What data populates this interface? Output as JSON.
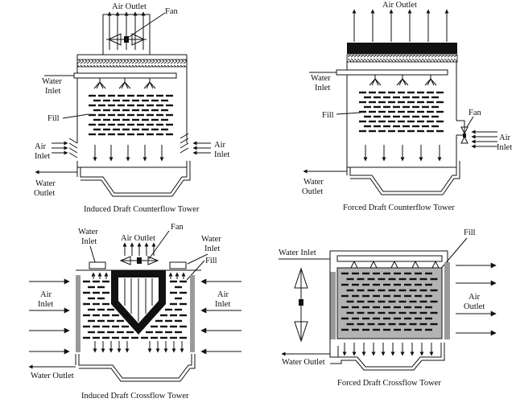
{
  "diagrams": {
    "induced_counterflow": {
      "caption": "Induced Draft Counterflow Tower",
      "air_outlet": "Air Outlet",
      "fan": "Fan",
      "water_inlet": [
        "Water",
        "Inlet"
      ],
      "fill": "Fill",
      "air_inlet_left": [
        "Air",
        "Inlet"
      ],
      "air_inlet_right": [
        "Air",
        "Inlet"
      ],
      "water_outlet": [
        "Water",
        "Outlet"
      ]
    },
    "forced_counterflow": {
      "caption": "Forced Draft Counterflow Tower",
      "air_outlet": "Air Outlet",
      "water_inlet": [
        "Water",
        "Inlet"
      ],
      "fill": "Fill",
      "fan": "Fan",
      "air_inlet": [
        "Air",
        "Inlet"
      ],
      "water_outlet": [
        "Water",
        "Outlet"
      ]
    },
    "induced_crossflow": {
      "caption": "Induced  Draft Crossflow Tower",
      "water_inlet_left": [
        "Water",
        "Inlet"
      ],
      "air_outlet": "Air Outlet",
      "fan": "Fan",
      "water_inlet_right": [
        "Water",
        "Inlet"
      ],
      "fill": "Fill",
      "air_inlet_left": [
        "Air",
        "Inlet"
      ],
      "air_inlet_right": [
        "Air",
        "Inlet"
      ],
      "water_outlet": "Water Outlet"
    },
    "forced_crossflow": {
      "caption": "Forced Draft Crossflow Tower",
      "water_inlet": "Water Inlet",
      "fill": "Fill",
      "air_outlet": [
        "Air",
        "Outlet"
      ],
      "water_outlet": "Water Outlet"
    }
  },
  "colors": {
    "line": "#111111",
    "fill_panel": "#b3b3b3",
    "louver": "#9a9a9a"
  }
}
